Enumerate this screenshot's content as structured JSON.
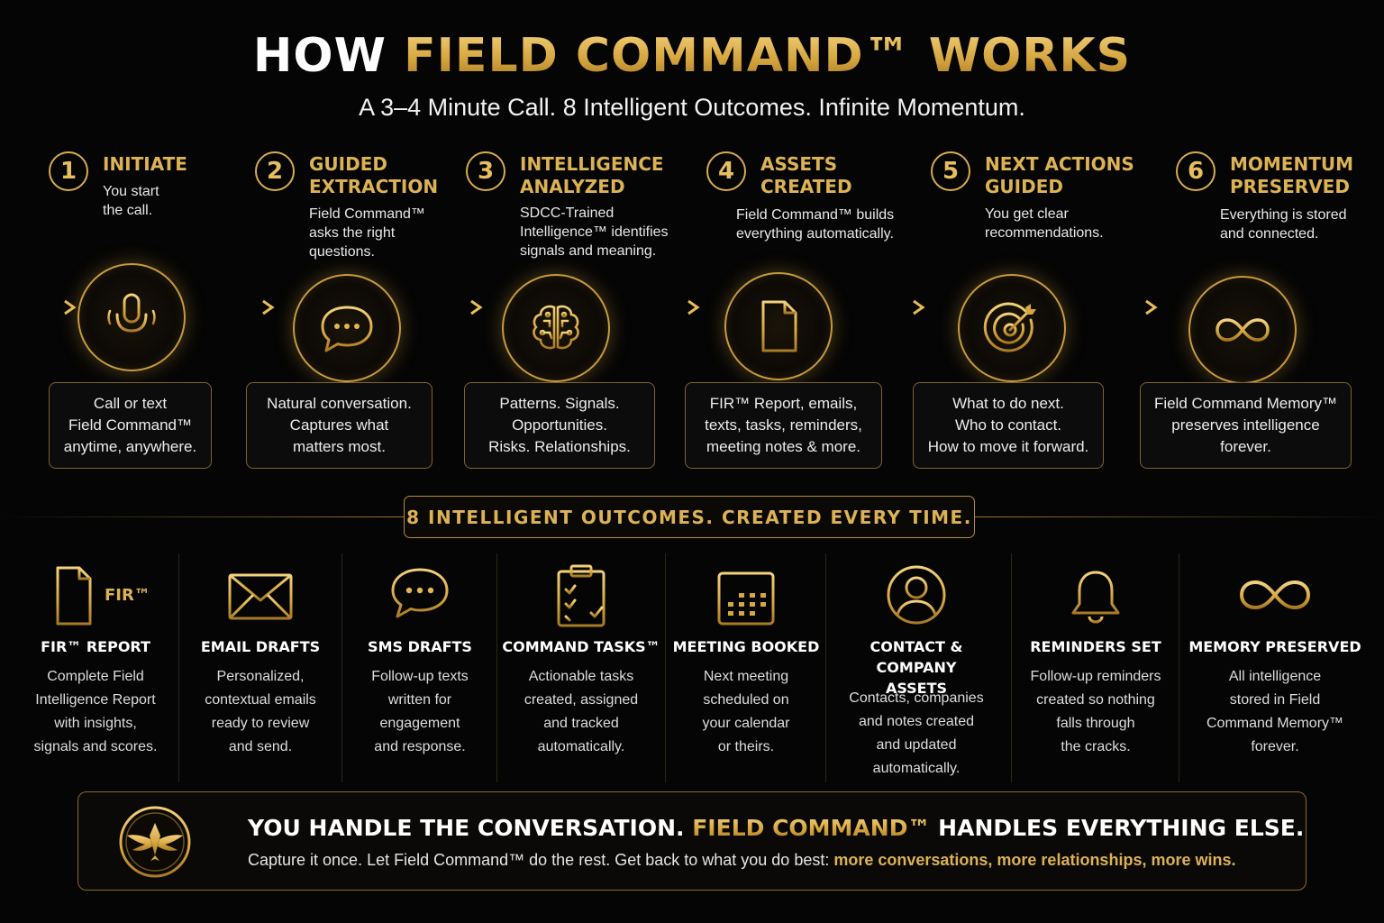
{
  "header": {
    "title_prefix": "HOW ",
    "title_highlight": "FIELD COMMAND™ WORKS",
    "subtitle": "A 3–4 Minute Call. 8 Intelligent Outcomes. Infinite Momentum."
  },
  "steps": [
    {
      "num": "1",
      "title": "INITIATE",
      "desc": "You start\nthe call.",
      "box": "Call or text\nField Command™\nanytime, anywhere.",
      "icon": "microphone-icon"
    },
    {
      "num": "2",
      "title": "GUIDED\nEXTRACTION",
      "desc": "Field Command™\nasks the right\nquestions.",
      "box": "Natural conversation.\nCaptures what\nmatters most.",
      "icon": "chat-bubble-icon"
    },
    {
      "num": "3",
      "title": "INTELLIGENCE\nANALYZED",
      "desc": "SDCC-Trained\nIntelligence™ identifies\nsignals and meaning.",
      "box": "Patterns. Signals.\nOpportunities.\nRisks. Relationships.",
      "icon": "brain-icon"
    },
    {
      "num": "4",
      "title": "ASSETS\nCREATED",
      "desc": "Field Command™ builds\neverything automatically.",
      "box": "FIR™ Report, emails,\ntexts, tasks, reminders,\nmeeting notes & more.",
      "icon": "document-icon"
    },
    {
      "num": "5",
      "title": "NEXT ACTIONS\nGUIDED",
      "desc": "You get clear\nrecommendations.",
      "box": "What to do next.\nWho to contact.\nHow to move it forward.",
      "icon": "target-icon"
    },
    {
      "num": "6",
      "title": "MOMENTUM\nPRESERVED",
      "desc": "Everything is stored\nand connected.",
      "box": "Field Command Memory™\npreserves intelligence\nforever.",
      "icon": "infinity-icon"
    }
  ],
  "outcomes_banner": "8 INTELLIGENT OUTCOMES. CREATED EVERY TIME.",
  "outcomes": [
    {
      "title": "FIR™ REPORT",
      "desc": "Complete Field\nIntelligence Report\nwith insights,\nsignals and scores.",
      "icon": "fir-report-icon",
      "icon_label": "FIR™"
    },
    {
      "title": "EMAIL DRAFTS",
      "desc": "Personalized,\ncontextual emails\nready to review\nand send.",
      "icon": "envelope-icon"
    },
    {
      "title": "SMS DRAFTS",
      "desc": "Follow-up texts\nwritten for\nengagement\nand response.",
      "icon": "chat-bubble-icon"
    },
    {
      "title": "COMMAND TASKS™",
      "desc": "Actionable tasks\ncreated, assigned\nand tracked\nautomatically.",
      "icon": "clipboard-checklist-icon"
    },
    {
      "title": "MEETING BOOKED",
      "desc": "Next meeting\nscheduled on\nyour calendar\nor theirs.",
      "icon": "calendar-icon"
    },
    {
      "title": "CONTACT & COMPANY\nASSETS",
      "desc": "Contacts, companies\nand notes created\nand updated\nautomatically.",
      "icon": "user-circle-icon"
    },
    {
      "title": "REMINDERS SET",
      "desc": "Follow-up reminders\ncreated so nothing\nfalls through\nthe cracks.",
      "icon": "bell-icon"
    },
    {
      "title": "MEMORY PRESERVED",
      "desc": "All intelligence\nstored in Field\nCommand Memory™\nforever.",
      "icon": "infinity-icon"
    }
  ],
  "footer": {
    "tagline_part1": "YOU HANDLE THE CONVERSATION. ",
    "tagline_highlight": "FIELD COMMAND™",
    "tagline_part2": " HANDLES EVERYTHING ELSE.",
    "sub_part1": "Capture it once. Let Field Command™ do the rest. Get back to what you do best: ",
    "sub_highlight": "more conversations, more relationships, more wins.",
    "logo_icon": "winged-emblem-icon"
  },
  "colors": {
    "accent_gold": "#d8ac4c",
    "background": "#050505",
    "text": "#ffffff"
  }
}
